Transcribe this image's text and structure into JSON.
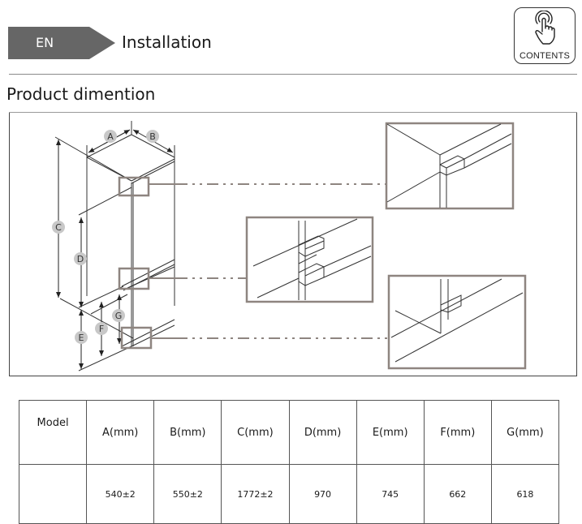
{
  "header": {
    "language": "EN",
    "section": "Installation",
    "contents_button": {
      "label": "CONTENTS",
      "icon": "touch-hand-icon"
    }
  },
  "page": {
    "heading": "Product dimention"
  },
  "diagram": {
    "dimension_labels": [
      "A",
      "B",
      "C",
      "D",
      "E",
      "F",
      "G"
    ],
    "detail_views": [
      "top-hinge-detail",
      "middle-hinge-detail",
      "bottom-hinge-detail"
    ],
    "colors": {
      "line": "#333333",
      "callout": "#8e8580",
      "badge": "#c8c8c8"
    }
  },
  "table": {
    "headers": [
      "Model",
      "A(mm)",
      "B(mm)",
      "C(mm)",
      "D(mm)",
      "E(mm)",
      "F(mm)",
      "G(mm)"
    ],
    "rows": [
      [
        "",
        "540±2",
        "550±2",
        "1772±2",
        "970",
        "745",
        "662",
        "618"
      ]
    ]
  }
}
